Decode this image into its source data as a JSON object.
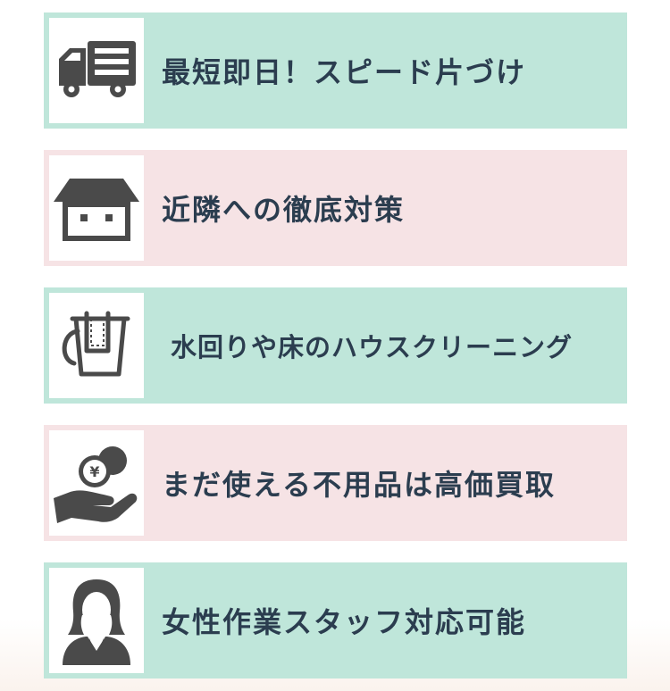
{
  "colors": {
    "mint": "#bfe6da",
    "pink": "#f6e3e5",
    "text": "#2b3d4f",
    "icon": "#4a4a4a"
  },
  "features": [
    {
      "label": "最短即日！スピード片づけ",
      "icon": "truck-icon",
      "bg": "mint"
    },
    {
      "label": "近隣への徹底対策",
      "icon": "house-icon",
      "bg": "pink"
    },
    {
      "label": "水回りや床のハウスクリーニング",
      "icon": "bucket-icon",
      "bg": "mint"
    },
    {
      "label": "まだ使える不用品は高価買取",
      "icon": "hand-coin-icon",
      "bg": "pink"
    },
    {
      "label": "女性作業スタッフ対応可能",
      "icon": "female-staff-icon",
      "bg": "mint"
    }
  ]
}
